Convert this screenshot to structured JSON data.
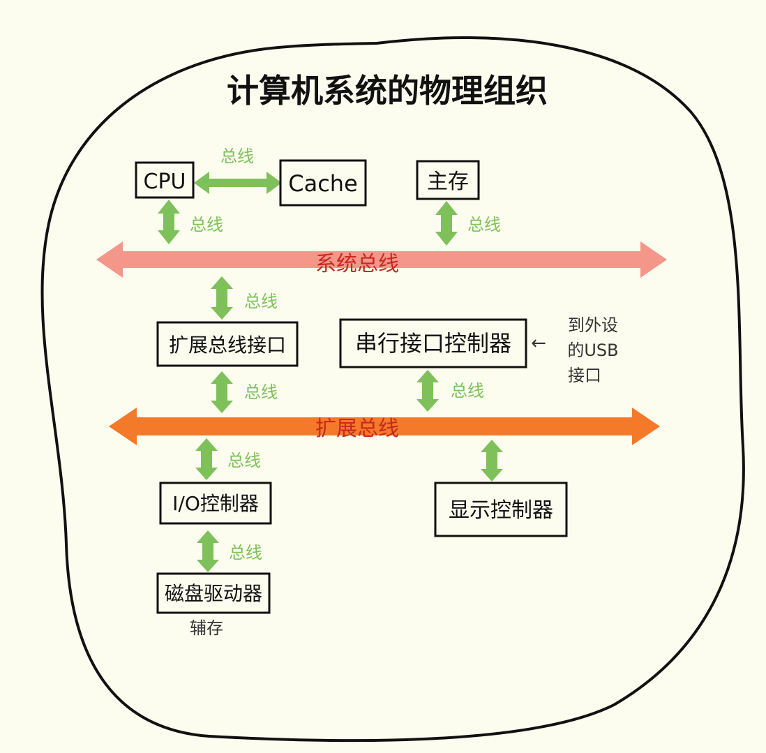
{
  "title": "计算机系统的物理组织",
  "components": {
    "cpu": "CPU",
    "cache": "Cache",
    "main_memory": "主存",
    "expansion_interface": "扩展总线接口",
    "serial_controller": "串行接口控制器",
    "io_controller": "I/O控制器",
    "display_controller": "显示控制器",
    "disk_driver": "磁盘驱动器"
  },
  "buses": {
    "system_bus": "系统总线",
    "expansion_bus": "扩展总线"
  },
  "link_labels": {
    "cpu_cache": "总线",
    "cpu_sysbus": "总线",
    "memory_sysbus": "总线",
    "sysbus_interface": "总线",
    "interface_expbus": "总线",
    "serial_expbus": "总线",
    "expbus_io": "总线",
    "io_disk": "总线"
  },
  "notes": {
    "usb_line1": "到外设",
    "usb_line2": "的USB",
    "usb_line3": "接口",
    "usb_arrow": "←",
    "secondary_storage": "辅存"
  },
  "colors": {
    "link_green": "#7ec15a",
    "system_bus": "#f4968a",
    "expansion_bus": "#f47a2a",
    "bus_text_red": "#c8291e",
    "background": "#fcfcef",
    "outline": "#111111"
  }
}
